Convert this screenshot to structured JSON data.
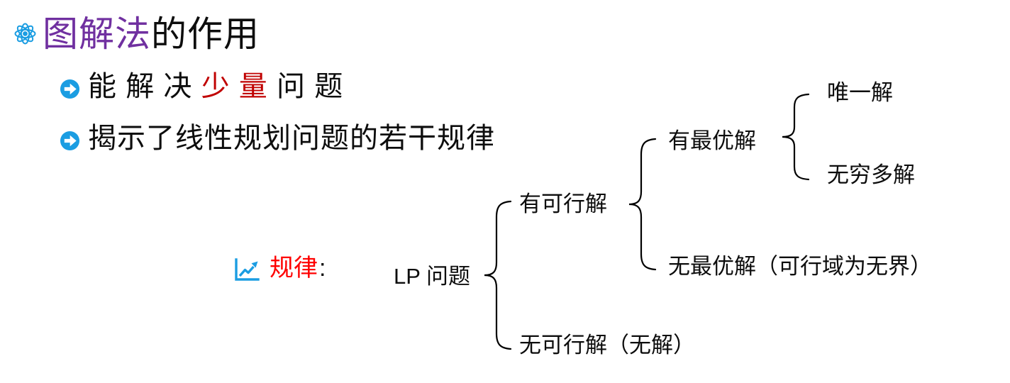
{
  "slide": {
    "title": {
      "emphasis": "图解法",
      "rest": "的作用"
    },
    "bullets": {
      "first": {
        "pre": "能解决",
        "emphasis": "少量",
        "post": "问题"
      },
      "second": {
        "text": "揭示了线性规划问题的若干规律"
      }
    },
    "diagram": {
      "label": {
        "text": "规律",
        "colon": ":"
      },
      "root": "LP 问题",
      "feasible": "有可行解",
      "infeasible": "无可行解（无解）",
      "has_optimal": "有最优解",
      "no_optimal": "无最优解（可行域为无界）",
      "unique": "唯一解",
      "infinite": "无穷多解"
    }
  },
  "icons": {
    "header": "atom-icon",
    "bullet": "arrow-circle-icon",
    "label": "line-chart-icon"
  },
  "colors": {
    "title_emphasis": "#7030a0",
    "bullet_emphasis": "#c00000",
    "label_red": "#ff0000",
    "icon_blue": "#1b9de2",
    "text": "#0d0d0d"
  }
}
